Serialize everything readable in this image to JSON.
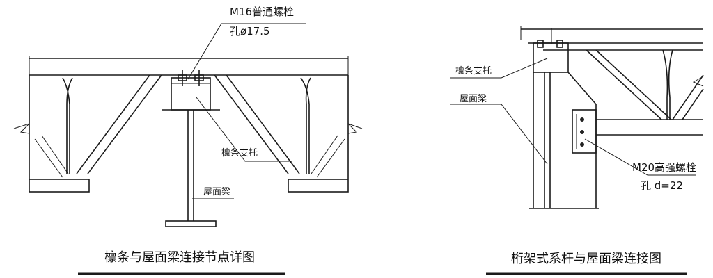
{
  "left_detail": {
    "bolt_label": "M16普通螺栓",
    "hole_label": "孔ø17.5",
    "support_label": "檩条支托",
    "beam_label": "屋面梁",
    "title": "檩条与屋面梁连接节点详图"
  },
  "right_detail": {
    "support_label": "檩条支托",
    "beam_label": "屋面梁",
    "bolt_label": "M20高强螺栓",
    "hole_label": "孔 d=22",
    "title": "桁架式系杆与屋面梁连接图"
  }
}
